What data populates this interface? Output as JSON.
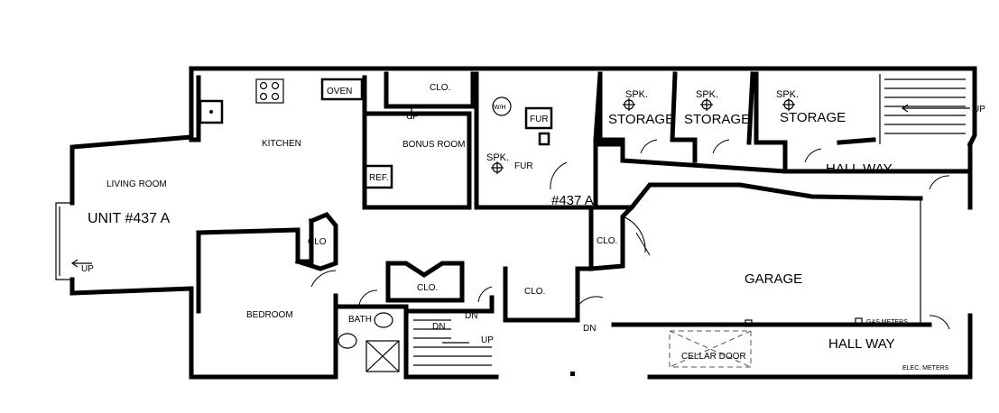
{
  "plan": {
    "unit_label": "UNIT #437 A",
    "unit_mark": "#437 A",
    "rooms": {
      "living_room": "LIVING ROOM",
      "kitchen": "KITCHEN",
      "bonus_room": "BONUS ROOM",
      "bedroom": "BEDROOM",
      "bath": "BATH",
      "garage": "GARAGE",
      "hall_way_top": "HALL WAY",
      "hall_way_bottom": "HALL WAY",
      "storage_1": "STORAGE",
      "storage_2": "STORAGE",
      "storage_3": "STORAGE",
      "cellar_door": "CELLAR DOOR"
    },
    "fixtures": {
      "oven": "OVEN",
      "ref": "REF.",
      "fur_1": "FUR",
      "fur_2": "FUR",
      "wh": "W/H",
      "spk_1": "SPK.",
      "spk_2": "SPK.",
      "spk_3": "SPK.",
      "spk_4": "SPK.",
      "gas_meters": "GAS METERS",
      "elec_meters": "ELEC. METERS"
    },
    "closets": {
      "clo_top": "CLO.",
      "clo_bedroom": "CLO",
      "clo_mid": "CLO.",
      "clo_lower": "CLO.",
      "clo_garage": "CLO."
    },
    "stairs": {
      "up_left": "UP",
      "up_bonus": "UP",
      "up_right": "UP",
      "dn_1": "DN",
      "dn_2": "DN",
      "dn_3": "DN",
      "up_stair": "UP"
    }
  }
}
